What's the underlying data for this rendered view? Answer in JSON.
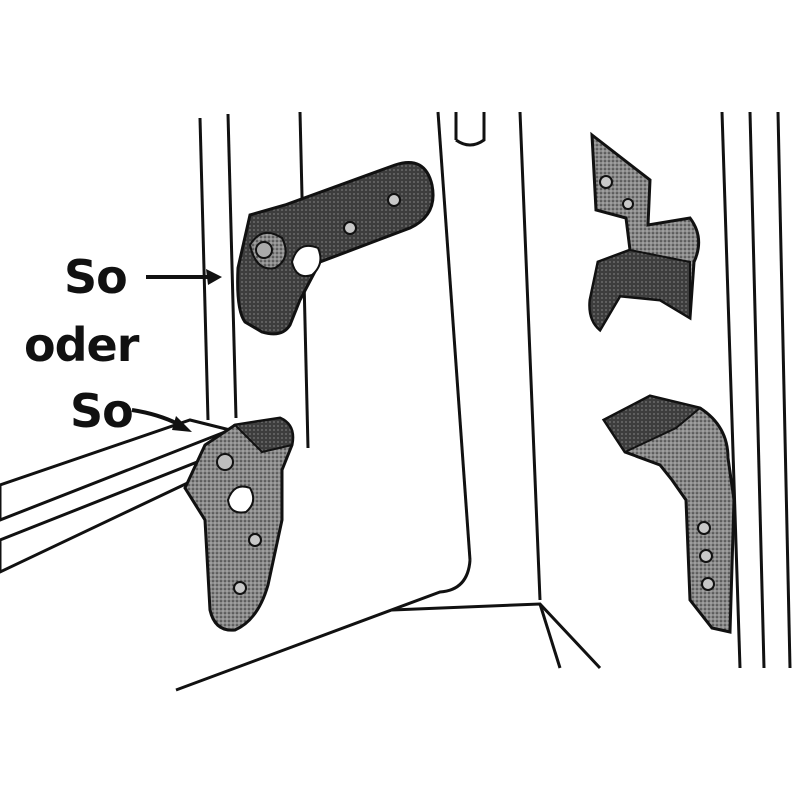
{
  "labels": {
    "so_top": "So",
    "oder": "oder",
    "so_bottom": "So"
  },
  "colors": {
    "ink": "#111111",
    "metal_dark": "#3a3a3a",
    "metal_mid": "#6e6e6e",
    "metal_light": "#a8a8a8",
    "paper": "#ffffff"
  }
}
